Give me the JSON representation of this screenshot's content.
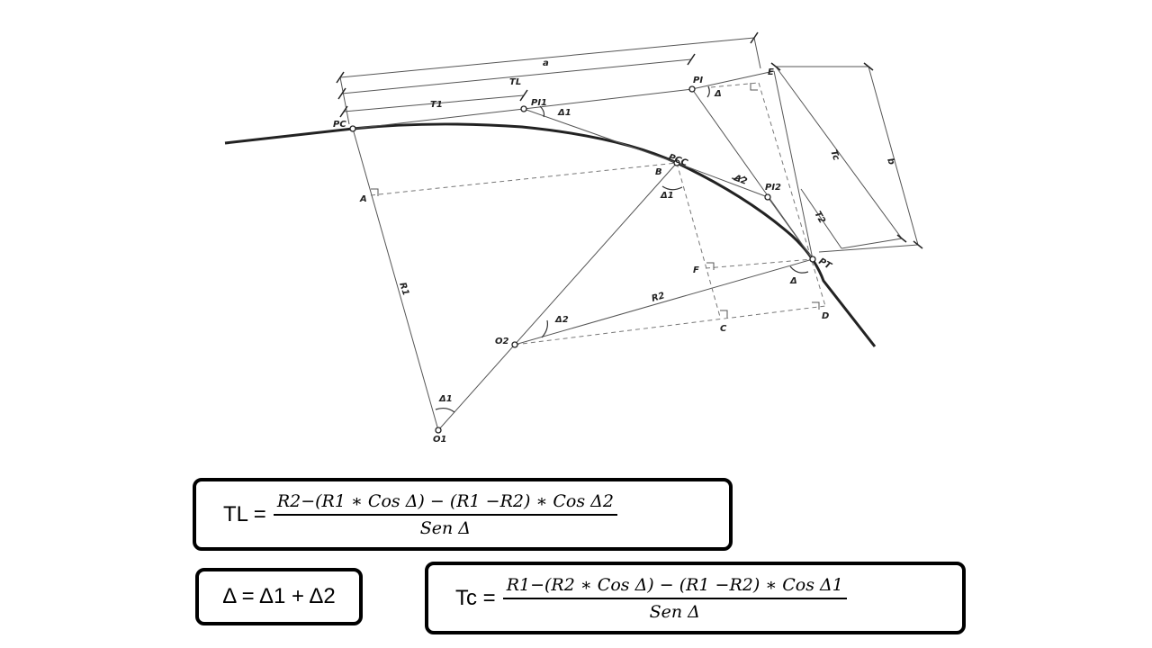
{
  "diagram": {
    "labels": {
      "a": "a",
      "TL": "TL",
      "T1": "T1",
      "PI": "PI",
      "PI1": "PI1",
      "E": "E",
      "PC": "PC",
      "delta1_pi1": "Δ1",
      "delta_pi": "Δ",
      "PCC": "PCC",
      "B": "B",
      "A": "A",
      "delta1_b": "Δ1",
      "delta2_pcc": "Δ2",
      "PI2": "PI2",
      "Tc": "Tc",
      "b": "b",
      "T2": "T2",
      "F": "F",
      "PT": "PT",
      "delta_pt": "Δ",
      "R1": "R1",
      "R2": "R2",
      "D": "D",
      "C": "C",
      "delta2_o2": "Δ2",
      "O2": "O2",
      "delta1_o1": "Δ1",
      "O1": "O1"
    }
  },
  "formulas": {
    "tl": {
      "lhs": "TL =",
      "numerator": "R2−(R1 ∗ Cos Δ) − (R1 −R2) ∗ Cos Δ2",
      "denominator": "Sen Δ"
    },
    "delta_sum": {
      "text": "Δ = Δ1 + Δ2"
    },
    "tc": {
      "lhs": "Tc =",
      "numerator": "R1−(R2 ∗ Cos Δ) − (R1 −R2) ∗ Cos Δ1",
      "denominator": "Sen Δ"
    }
  }
}
